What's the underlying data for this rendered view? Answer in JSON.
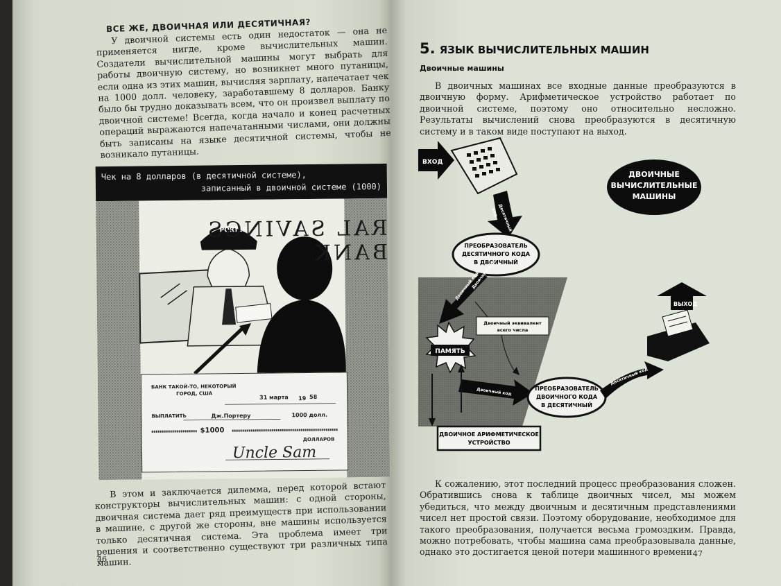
{
  "left_page": {
    "running_head": "ВСЕ ЖЕ, ДВОИЧНАЯ ИЛИ ДЕСЯТИЧНАЯ?",
    "paragraph_1": "У двоичной системы есть один недостаток — она не применяется нигде, кроме вычислительных машин. Создатели вычислительной машины могут выбрать для работы двоичную систему, но возникнет много путаницы, если одна из этих машин, вычисляя зарплату, напечатает чек на 1000 долл. человеку, заработавшему 8 долларов. Банку было бы трудно доказывать всем, что он произвел выплату по двоичной системе! Всегда, когда начало и конец расчетных операций выражаются напечатанными числами, они должны быть записаны на языке десятичной системы, чтобы не возникало путаницы.",
    "illustration": {
      "caption_line_1": "Чек на 8 долларов (в десятичной системе),",
      "caption_line_2": "записанный в двоичной системе (1000)",
      "bank_sign": "RAL SAVINGS BANK",
      "cap_label": "PORTER",
      "cheque": {
        "bank_name": "БАНК ТАКОЙ-ТО, НЕКОТОРЫЙ",
        "bank_city": "ГОРОД, США",
        "date_day": "31 марта",
        "date_year_prefix": "19",
        "date_year_suffix": "58",
        "pay_label": "ВЫПЛАТИТЬ",
        "payee": "Дж.Портеру",
        "amount_text": "1000 долл.",
        "amount_box": "$1000",
        "currency_word": "ДОЛЛАРОВ",
        "signature": "Uncle Sam"
      }
    },
    "paragraph_2": "В этом и заключается дилемма, перед которой встают конструкторы вычислительных машин: с одной стороны, двоичная система дает ряд преимуществ при использовании в машине, с другой же стороны, вне машины используется только десятичная система. Эта проблема имеет три решения и соответственно существуют три различных типа машин.",
    "page_number": "46"
  },
  "right_page": {
    "chapter_number": "5.",
    "chapter_title": "ЯЗЫК ВЫЧИСЛИТЕЛЬНЫХ МАШИН",
    "section_title": "Двоичные машины",
    "paragraph_1": "В двоичных машинах все входные данные преобразуются в двоичную форму. Арифметическое устройство работает по двоичной системе, поэтому оно относительно несложно. Результаты вычислений снова преобразуются в десятичную систему и в таком виде поступают на выход.",
    "diagram": {
      "input_label": "ВХОД",
      "output_label": "ВЫХОД",
      "badge_line_1": "ДВОИЧНЫЕ",
      "badge_line_2": "ВЫЧИСЛИТЕЛЬНЫЕ",
      "badge_line_3": "МАШИНЫ",
      "decimal_code_line_1": "Десятичный",
      "decimal_code_line_2": "код",
      "conv_in_line_1": "ПРЕОБРАЗОВАТЕЛЬ",
      "conv_in_line_2": "ДЕСЯТИЧНОГО КОДА",
      "conv_in_line_3": "В ДВОИЧНЫЙ",
      "binary_code_1": "Двоичный код",
      "binary_code_2": "Двоичный код",
      "equivalent_line_1": "Двоичный эквивалент",
      "equivalent_line_2": "всего числа",
      "memory_label": "ПАМЯТЬ",
      "conv_out_line_1": "ПРЕОБРАЗОВАТЕЛЬ",
      "conv_out_line_2": "ДВОИЧНОГО КОДА",
      "conv_out_line_3": "В ДЕСЯТИЧНЫЙ",
      "decimal_code_out": "Десятичный код",
      "alu_line_1": "ДВОИЧНОЕ АРИФМЕТИЧЕСКОЕ",
      "alu_line_2": "УСТРОЙСТВО"
    },
    "paragraph_2": "К сожалению, этот последний процесс преобразования сложен. Обратившись снова к таблице двоичных чисел, мы можем убедиться, что между двоичным и десятичным представлениями чисел нет простой связи. Поэтому оборудование, необходимое для такого преобразования, получается весьма громоздким. Правда, можно потребовать, чтобы машина сама преобразовывала данные, однако это достигается ценой потери машинного времени.",
    "page_number": "47"
  }
}
